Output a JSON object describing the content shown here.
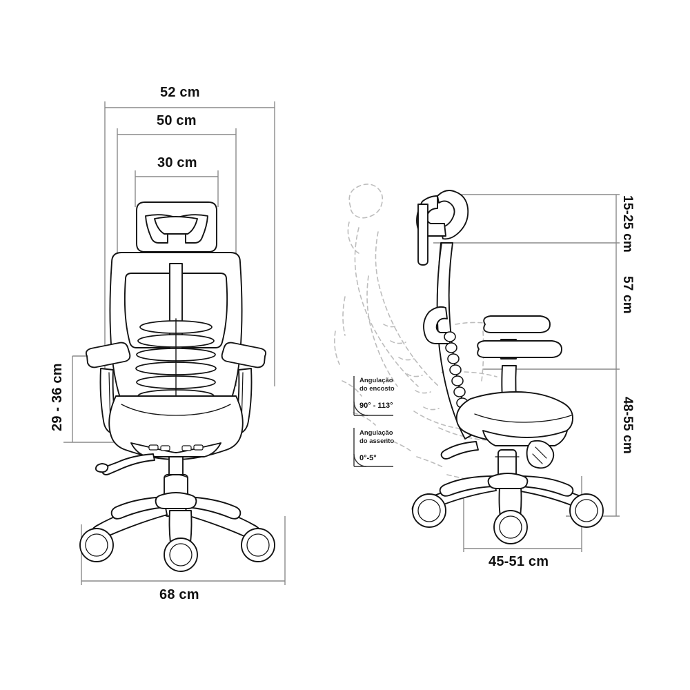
{
  "document": {
    "type": "technical-dimension-drawing",
    "subject": "ergonomic office chair",
    "background_color": "#ffffff",
    "line_color": "#1a1a1a",
    "dimension_line_color": "#808080",
    "ghost_line_color": "#b5b5b5"
  },
  "views": {
    "front": {
      "name": "front-view",
      "label": "Front view of office chair"
    },
    "side": {
      "name": "side-view",
      "label": "Side view of office chair with recline ghost outline"
    }
  },
  "dimensions": {
    "front": [
      {
        "id": "overall-width",
        "value": "52 cm",
        "orientation": "horizontal",
        "position": "top"
      },
      {
        "id": "backrest-width",
        "value": "50 cm",
        "orientation": "horizontal",
        "position": "top"
      },
      {
        "id": "headrest-width",
        "value": "30 cm",
        "orientation": "horizontal",
        "position": "top"
      },
      {
        "id": "armrest-height",
        "value": "29 - 36 cm",
        "orientation": "vertical",
        "position": "left"
      },
      {
        "id": "base-width",
        "value": "68 cm",
        "orientation": "horizontal",
        "position": "bottom"
      }
    ],
    "side": [
      {
        "id": "headrest-travel",
        "value": "15-25 cm",
        "orientation": "vertical",
        "position": "right"
      },
      {
        "id": "backrest-height",
        "value": "57 cm",
        "orientation": "vertical",
        "position": "right"
      },
      {
        "id": "seat-height",
        "value": "48-55 cm",
        "orientation": "vertical",
        "position": "right"
      },
      {
        "id": "seat-depth",
        "value": "45-51 cm",
        "orientation": "horizontal",
        "position": "bottom"
      }
    ]
  },
  "angle_notes": [
    {
      "id": "backrest-angle",
      "caption_line1": "Angulação",
      "caption_line2": "do encosto",
      "value": "90° - 113°"
    },
    {
      "id": "seat-angle",
      "caption_line1": "Angulação",
      "caption_line2": "do assento",
      "value": "0°-5°"
    }
  ]
}
